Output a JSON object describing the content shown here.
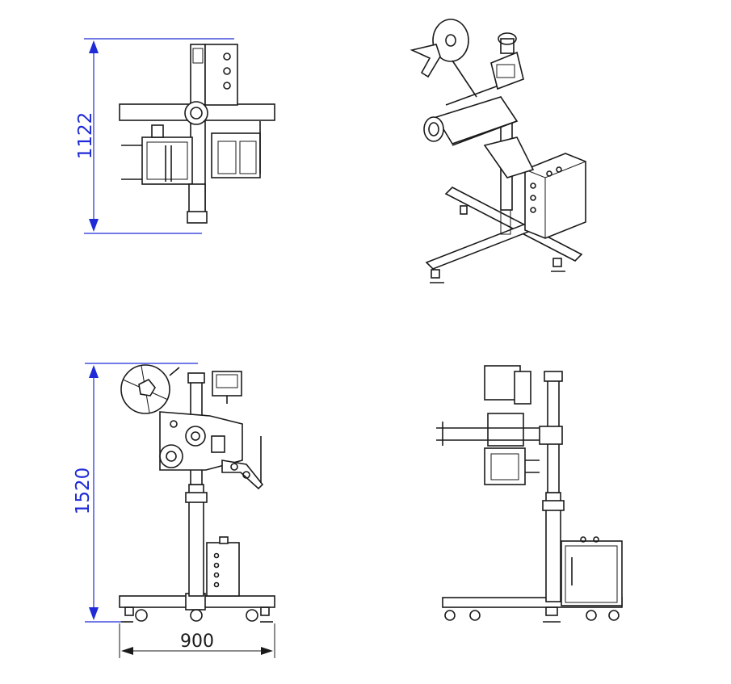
{
  "dimensions": {
    "top_view_height": "1122",
    "side_view_height": "1520",
    "side_view_width": "900"
  },
  "colors": {
    "line": "#1a1a1a",
    "dimension": "#1f2bd6",
    "background": "#ffffff"
  }
}
